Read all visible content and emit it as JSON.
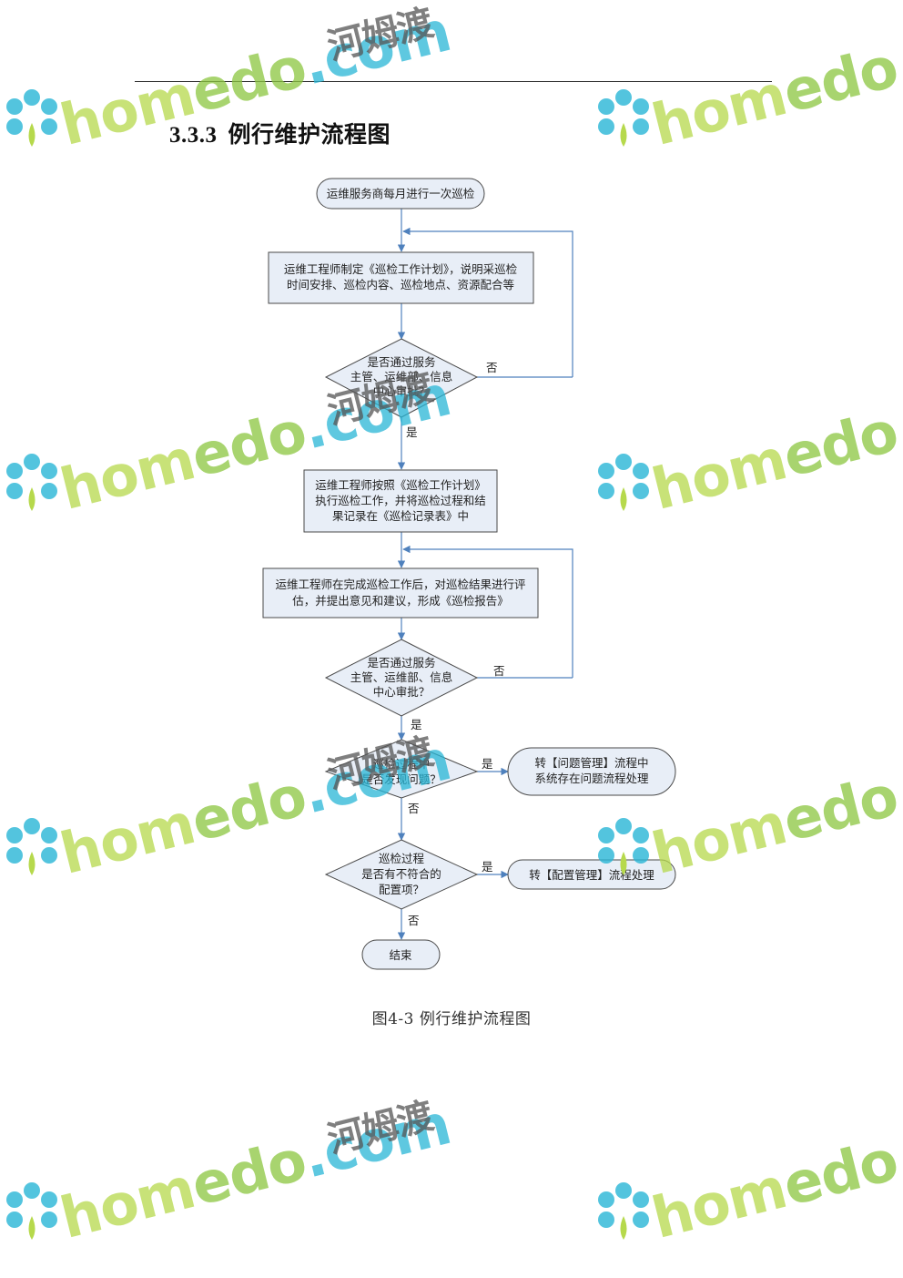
{
  "section": {
    "number": "3.3.3",
    "title": "例行维护流程图"
  },
  "nodes": {
    "start": "运维服务商每月进行一次巡检",
    "plan": [
      "运维工程师制定《巡检工作计划》，说明采巡检",
      "时间安排、巡检内容、巡检地点、资源配合等"
    ],
    "decision1": [
      "是否通过服务",
      "主管、运维部、信息",
      "中心审批？"
    ],
    "execute": [
      "运维工程师按照《巡检工作计划》",
      "执行巡检工作，并将巡检过程和结",
      "果记录在《巡检记录表》中"
    ],
    "report": [
      "运维工程师在完成巡检工作后，对巡检结果进行评",
      "估，并提出意见和建议，形成《巡检报告》"
    ],
    "decision2": [
      "是否通过服务",
      "主管、运维部、信息",
      "中心审批？"
    ],
    "decision3": [
      "巡检过程中",
      "是否发现问题？"
    ],
    "problem": [
      "转【问题管理】流程中",
      "系统存在问题流程处理"
    ],
    "decision4": [
      "巡检过程",
      "是否有不符合的",
      "配置项？"
    ],
    "config": "转【配置管理】流程处理",
    "end": "结束"
  },
  "edge_labels": {
    "yes": "是",
    "no": "否"
  },
  "caption": "图4-3   例行维护流程图",
  "watermark": {
    "brand": "homedo.com",
    "cn": "河姆渡"
  },
  "colors": {
    "node_fill": "#e8eef7",
    "node_stroke": "#4a4a4a",
    "arrow": "#4f81bd",
    "wm_green": "#8cc63f",
    "wm_blue": "#29b6d6",
    "wm_lime": "#b6d94c",
    "wm_gray": "#555555"
  }
}
